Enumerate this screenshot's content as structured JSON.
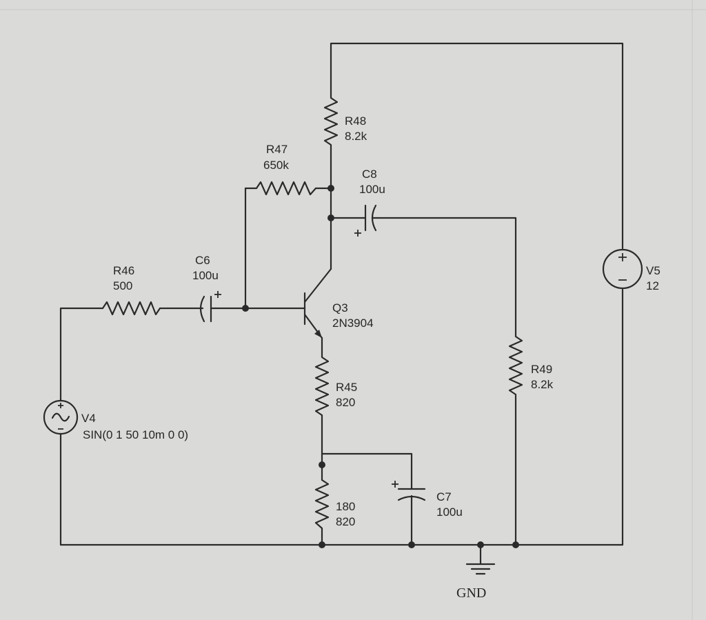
{
  "components": {
    "r46": {
      "ref": "R46",
      "value": "500"
    },
    "c6": {
      "ref": "C6",
      "value": "100u"
    },
    "r47": {
      "ref": "R47",
      "value": "650k"
    },
    "r48": {
      "ref": "R48",
      "value": "8.2k"
    },
    "c8": {
      "ref": "C8",
      "value": "100u"
    },
    "q3": {
      "ref": "Q3",
      "value": "2N3904"
    },
    "r45": {
      "ref": "R45",
      "value": "820"
    },
    "r_bottom": {
      "ref": "180",
      "value": "820"
    },
    "c7": {
      "ref": "C7",
      "value": "100u"
    },
    "r49": {
      "ref": "R49",
      "value": "8.2k"
    },
    "v4": {
      "ref": "V4",
      "value": "SIN(0 1 50 10m 0 0)"
    },
    "v5": {
      "ref": "V5",
      "value": "12"
    },
    "gnd": {
      "label": "GND"
    }
  }
}
